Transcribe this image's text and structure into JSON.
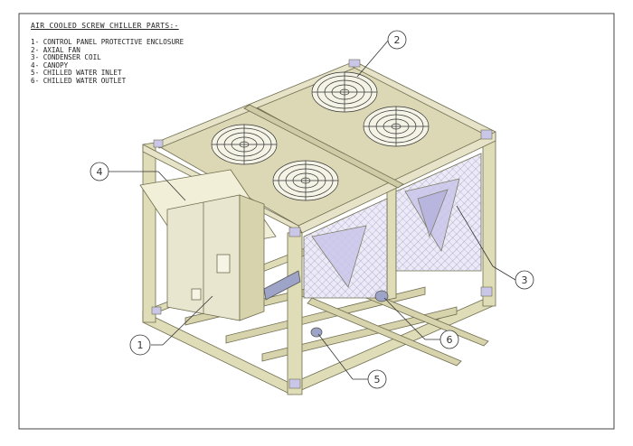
{
  "title": "AIR COOLED SCREW CHILLER PARTS:-",
  "parts": [
    {
      "num": "1",
      "label": "1- CONTROL PANEL PROTECTIVE ENCLOSURE"
    },
    {
      "num": "2",
      "label": "2- AXIAL FAN"
    },
    {
      "num": "3",
      "label": "3- CONDENSER COIL"
    },
    {
      "num": "4",
      "label": "4- CANOPY"
    },
    {
      "num": "5",
      "label": "5- CHILLED WATER INLET"
    },
    {
      "num": "6",
      "label": "6- CHILLED WATER OUTLET"
    }
  ],
  "colors": {
    "frame": "#dfdcb8",
    "frame_edge": "#6f6d4e",
    "frame_joint": "#c9c6e8",
    "panel": "#e9e6cf",
    "top": "#dcd8b6",
    "coil": "#c9c6ea",
    "fan_line": "#333333"
  }
}
